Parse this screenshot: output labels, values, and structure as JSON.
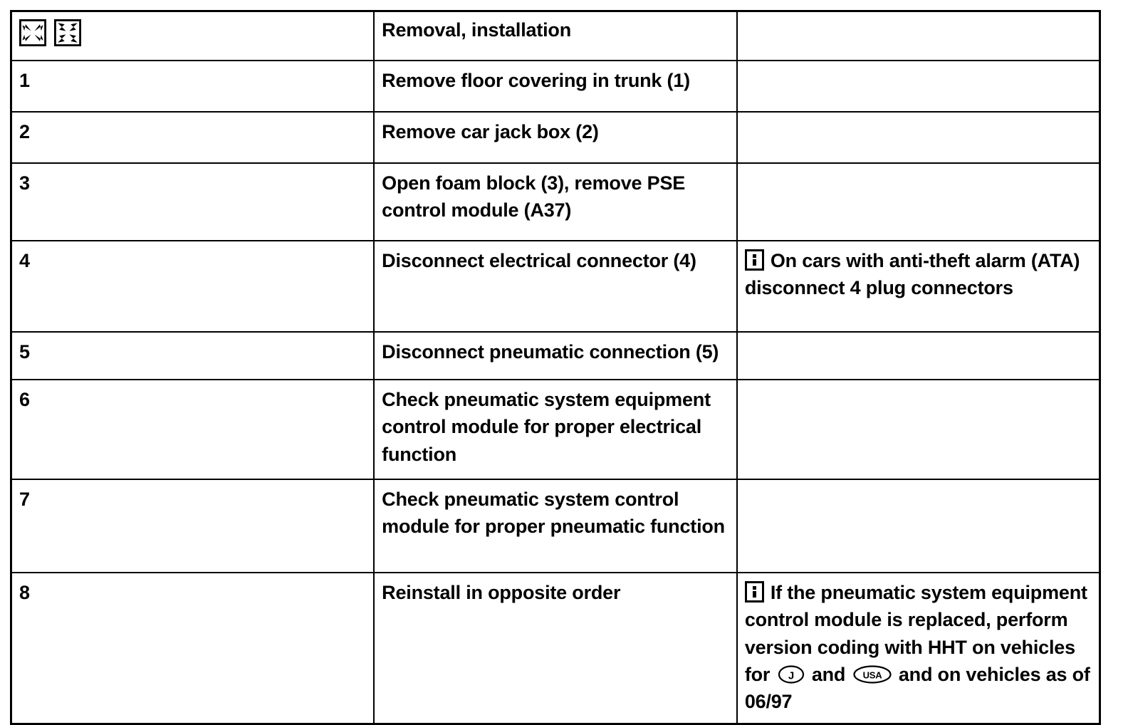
{
  "document": {
    "type": "service-procedure-table",
    "colors": {
      "ink": "#000000",
      "paper": "#ffffff"
    }
  },
  "table": {
    "columns": [
      "step",
      "work_instruction",
      "note"
    ],
    "header": {
      "icons": [
        {
          "name": "removal-icon",
          "label": "Removal",
          "direction": "outward"
        },
        {
          "name": "installation-icon",
          "label": "Installation",
          "direction": "inward"
        }
      ],
      "title": "Removal, installation",
      "note": ""
    },
    "rows": [
      {
        "step": "1",
        "work": "Remove floor covering in trunk (1)",
        "note": null
      },
      {
        "step": "2",
        "work": "Remove car jack box (2)",
        "note": null
      },
      {
        "step": "3",
        "work": "Open foam block (3), remove PSE control module (A37)",
        "note": null
      },
      {
        "step": "4",
        "work": "Disconnect electrical connector (4)",
        "note": {
          "icon": "info-icon",
          "text": "On cars with anti-theft alarm (ATA) disconnect 4 plug connectors"
        }
      },
      {
        "step": "5",
        "work": "Disconnect pneumatic connection (5)",
        "note": null
      },
      {
        "step": "6",
        "work": "Check pneumatic system equipment control module for proper electrical function",
        "note": null
      },
      {
        "step": "7",
        "work": "Check pneumatic system control module for proper pneumatic function",
        "note": null
      },
      {
        "step": "8",
        "work": "Reinstall in opposite order",
        "note": {
          "icon": "info-icon",
          "text_part1": "If the pneumatic system equipment control module is replaced, perform version coding with HHT on vehicles for",
          "country_code_1": "J",
          "text_part2": "and",
          "country_code_2": "USA",
          "text_part3": "and on vehicles as of 06/97"
        }
      }
    ]
  }
}
